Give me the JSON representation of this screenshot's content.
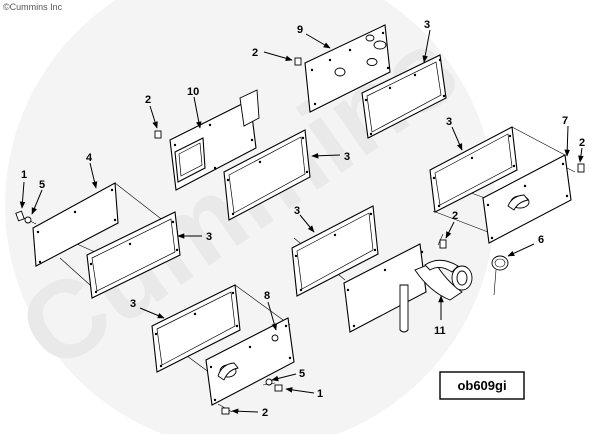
{
  "copyright": "©Cummins Inc",
  "figure_code": "ob609gi",
  "watermark": "Cummins",
  "callouts": {
    "c1a": "1",
    "c1b": "1",
    "c2a": "2",
    "c2b": "2",
    "c2c": "2",
    "c2d": "2",
    "c2e": "2",
    "c3a": "3",
    "c3b": "3",
    "c3c": "3",
    "c3d": "3",
    "c3e": "3",
    "c3f": "3",
    "c4": "4",
    "c5a": "5",
    "c5b": "5",
    "c6": "6",
    "c7": "7",
    "c8": "8",
    "c9": "9",
    "c10": "10",
    "c11": "11"
  },
  "colors": {
    "line": "#000000",
    "background": "#ffffff",
    "watermark": "#f2f2f2"
  }
}
